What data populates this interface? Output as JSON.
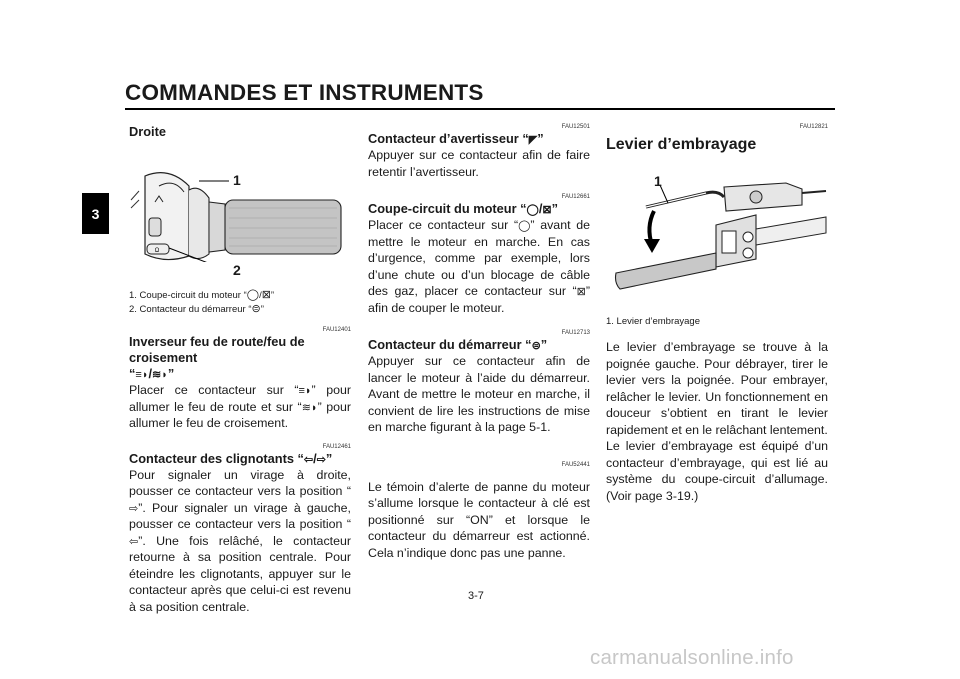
{
  "header": {
    "title": "COMMANDES ET INSTRUMENTS",
    "chapter": "3"
  },
  "page_number": "3-7",
  "watermark": "carmanualsonline.info",
  "left": {
    "heading": "Droite",
    "figure_labels": [
      "1",
      "2"
    ],
    "captions": [
      "1. Coupe-circuit du moteur “",
      "/",
      "”",
      "2. Contacteur du démarreur “",
      "”"
    ],
    "sections": [
      {
        "code": "FAU12401",
        "title": "Inverseur feu de route/feu de croisement",
        "body_a": "Placer ce contacteur sur “",
        "body_b": "” pour allumer le feu de route et sur “",
        "body_c": "” pour allumer le feu de croisement."
      },
      {
        "code": "FAU12461",
        "title": "Contacteur des clignotants “",
        "body_a": "Pour signaler un virage à droite, pousser ce contacteur vers la position “",
        "body_b": "”. Pour signaler un virage à gauche, pousser ce contacteur vers la position “",
        "body_c": "”. Une fois relâché, le contacteur retourne à sa position centrale. Pour éteindre les clignotants, appuyer sur le contacteur après que celui-ci est revenu à sa position centrale."
      }
    ]
  },
  "middle": {
    "sections": [
      {
        "code": "FAU12501",
        "title": "Contacteur d’avertisseur “",
        "body": "Appuyer sur ce contacteur afin de faire retentir l’avertisseur."
      },
      {
        "code": "FAU12661",
        "title": "Coupe-circuit du moteur “",
        "body_a": "Placer ce contacteur sur “",
        "body_b": "” avant de mettre le moteur en marche. En cas d’urgence, comme par exemple, lors d’une chute ou d’un blocage de câble des gaz, placer ce contacteur sur “",
        "body_c": "” afin de couper le moteur."
      },
      {
        "code": "FAU12713",
        "title": "Contacteur du démarreur “",
        "body": "Appuyer sur ce contacteur afin de lancer le moteur à l’aide du démarreur. Avant de mettre le moteur en marche, il convient de lire les instructions de mise en marche figurant à la page 5-1."
      },
      {
        "code": "FAU52441",
        "body": "Le témoin d’alerte de panne du moteur s’allume lorsque le contacteur à clé est positionné sur “ON” et lorsque le contacteur du démarreur est actionné. Cela n’indique donc pas une panne."
      }
    ]
  },
  "right": {
    "code": "FAU12821",
    "heading": "Levier d’embrayage",
    "figure_label": "1",
    "caption": "1. Levier d’embrayage",
    "body_1": "Le levier d’embrayage se trouve à la poignée gauche. Pour débrayer, tirer le levier vers la poignée. Pour embrayer, relâcher le levier. Un fonctionnement en douceur s’obtient en tirant le levier rapidement et en le relâchant lentement.",
    "body_2": "Le levier d’embrayage est équipé d’un contacteur d’embrayage, qui est lié au système du coupe-circuit d’allumage. (Voir page 3-19.)"
  }
}
